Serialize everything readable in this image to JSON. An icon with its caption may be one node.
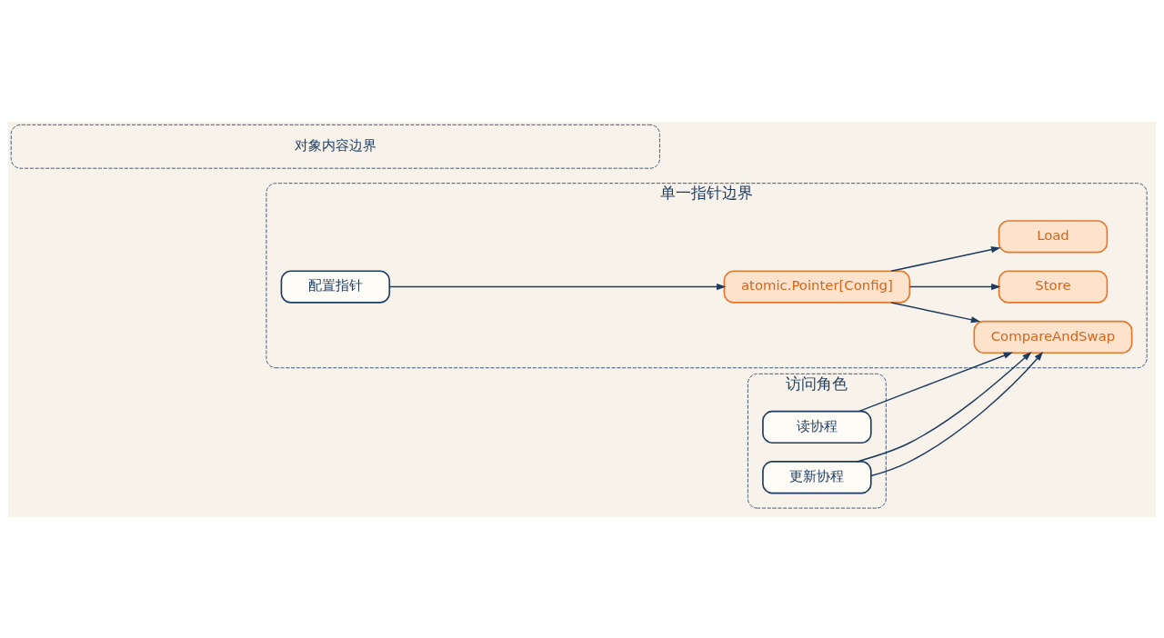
{
  "diagram": {
    "nodes": [
      {
        "text": [
          "单一指针边界"
        ]
      },
      {
        "text": [
          "配置指针"
        ],
        "in": 0
      },
      {
        "text": [
          "atomic.Pointer[Config]"
        ],
        "in": 0
      },
      {
        "text": [
          "Load"
        ],
        "in": 0
      },
      {
        "text": [
          "Store"
        ],
        "in": 0
      },
      {
        "text": [
          "CompareAndSwap"
        ],
        "in": 0
      },
      {
        "text": [
          "访问角色"
        ]
      },
      {
        "text": [
          "读协程"
        ],
        "in": 6
      },
      {
        "text": [
          "更新协程"
        ],
        "in": 6
      },
      {
        "text": [
          "对象内容边界"
        ]
      }
    ],
    "edges": [
      {
        "from": 1,
        "to": 2,
        "arrow": "to"
      },
      {
        "from": 2,
        "to": 3,
        "arrow": "to"
      },
      {
        "from": 2,
        "to": 4,
        "arrow": "to"
      },
      {
        "from": 2,
        "to": 5,
        "arrow": "to"
      },
      {
        "from": 7,
        "to": 5,
        "arrow": "to"
      },
      {
        "from": 8,
        "to": 5,
        "arrow": "to"
      },
      {
        "from": 8,
        "to": 5,
        "arrow": "to"
      }
    ]
  }
}
